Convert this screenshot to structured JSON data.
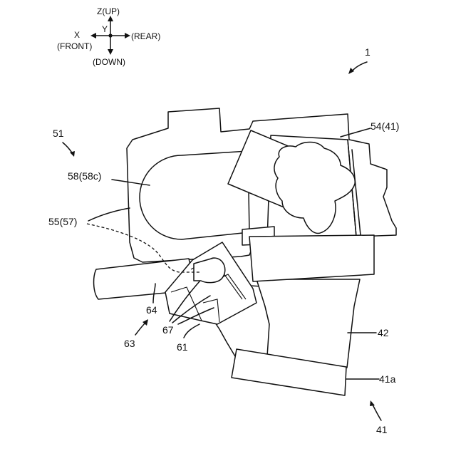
{
  "axes": {
    "z_up": "Z(UP)",
    "x": "X",
    "y": "Y",
    "front": "(FRONT)",
    "rear": "(REAR)",
    "down": "(DOWN)"
  },
  "labels": {
    "ref_1": "1",
    "ref_51": "51",
    "ref_54_41": "54(41)",
    "ref_58_58c": "58(58c)",
    "ref_55_57": "55(57)",
    "ref_64": "64",
    "ref_63": "63",
    "ref_67": "67",
    "ref_61": "61",
    "ref_42": "42",
    "ref_41a": "41a",
    "ref_41": "41"
  }
}
